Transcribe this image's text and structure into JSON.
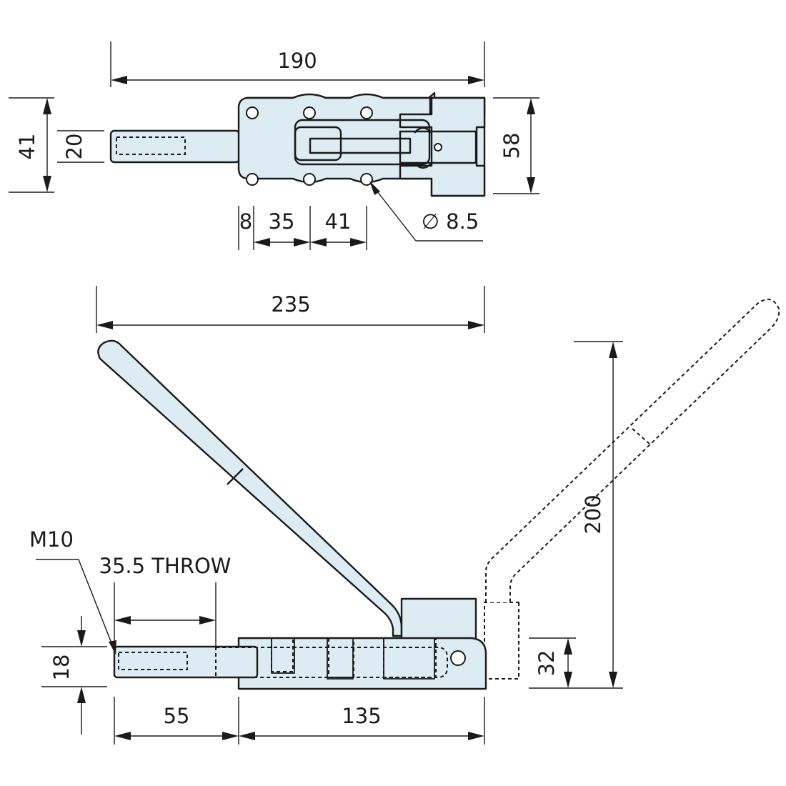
{
  "drawing": {
    "top_view": {
      "overall_length": "190",
      "base_height": "41",
      "plunger_width": "20",
      "outer_width": "58",
      "hole_offset": "8",
      "hole_pitch_1": "35",
      "hole_pitch_2": "41",
      "hole_diameter": "∅ 8.5"
    },
    "side_view": {
      "overall_length": "235",
      "handle_height": "200",
      "thread": "M10",
      "throw": "35.5 THROW",
      "plunger_height": "18",
      "plunger_extension": "55",
      "base_length": "135",
      "base_height": "32"
    }
  },
  "colors": {
    "part_fill": "#dcecf2",
    "outline": "#1a1a1a",
    "background": "#ffffff"
  }
}
